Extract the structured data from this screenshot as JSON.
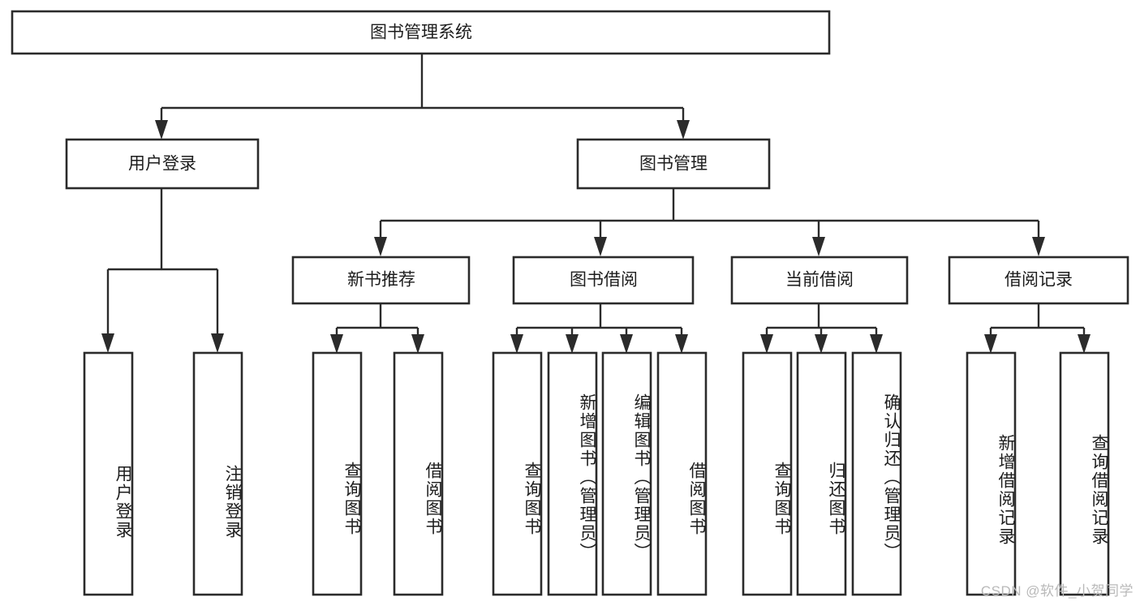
{
  "diagram": {
    "type": "tree-hierarchy",
    "title": "图书管理系统",
    "watermark": "CSDN @软件_小贺同学",
    "colors": {
      "box_stroke": "#2b2b2b",
      "box_fill": "#ffffff",
      "text": "#1d1d1d",
      "connector": "#2b2b2b",
      "background": "#ffffff",
      "watermark": "#b9b9b9"
    },
    "levels": {
      "root": {
        "label": "图书管理系统"
      },
      "level2": [
        {
          "label": "用户登录"
        },
        {
          "label": "图书管理"
        }
      ],
      "level3": [
        {
          "label": "新书推荐"
        },
        {
          "label": "图书借阅"
        },
        {
          "label": "当前借阅"
        },
        {
          "label": "借阅记录"
        }
      ],
      "leaves": [
        {
          "label": "用户登录",
          "parent": "用户登录"
        },
        {
          "label": "注销登录",
          "parent": "用户登录"
        },
        {
          "label": "查询图书",
          "parent": "新书推荐"
        },
        {
          "label": "借阅图书",
          "parent": "新书推荐"
        },
        {
          "label": "查询图书",
          "parent": "图书借阅"
        },
        {
          "label": "新增图书（管理员）",
          "parent": "图书借阅"
        },
        {
          "label": "编辑图书（管理员）",
          "parent": "图书借阅"
        },
        {
          "label": "借阅图书",
          "parent": "图书借阅"
        },
        {
          "label": "查询图书",
          "parent": "当前借阅"
        },
        {
          "label": "归还图书",
          "parent": "当前借阅"
        },
        {
          "label": "确认归还（管理员）",
          "parent": "当前借阅"
        },
        {
          "label": "新增借阅记录",
          "parent": "借阅记录"
        },
        {
          "label": "查询借阅记录",
          "parent": "借阅记录"
        }
      ]
    }
  }
}
